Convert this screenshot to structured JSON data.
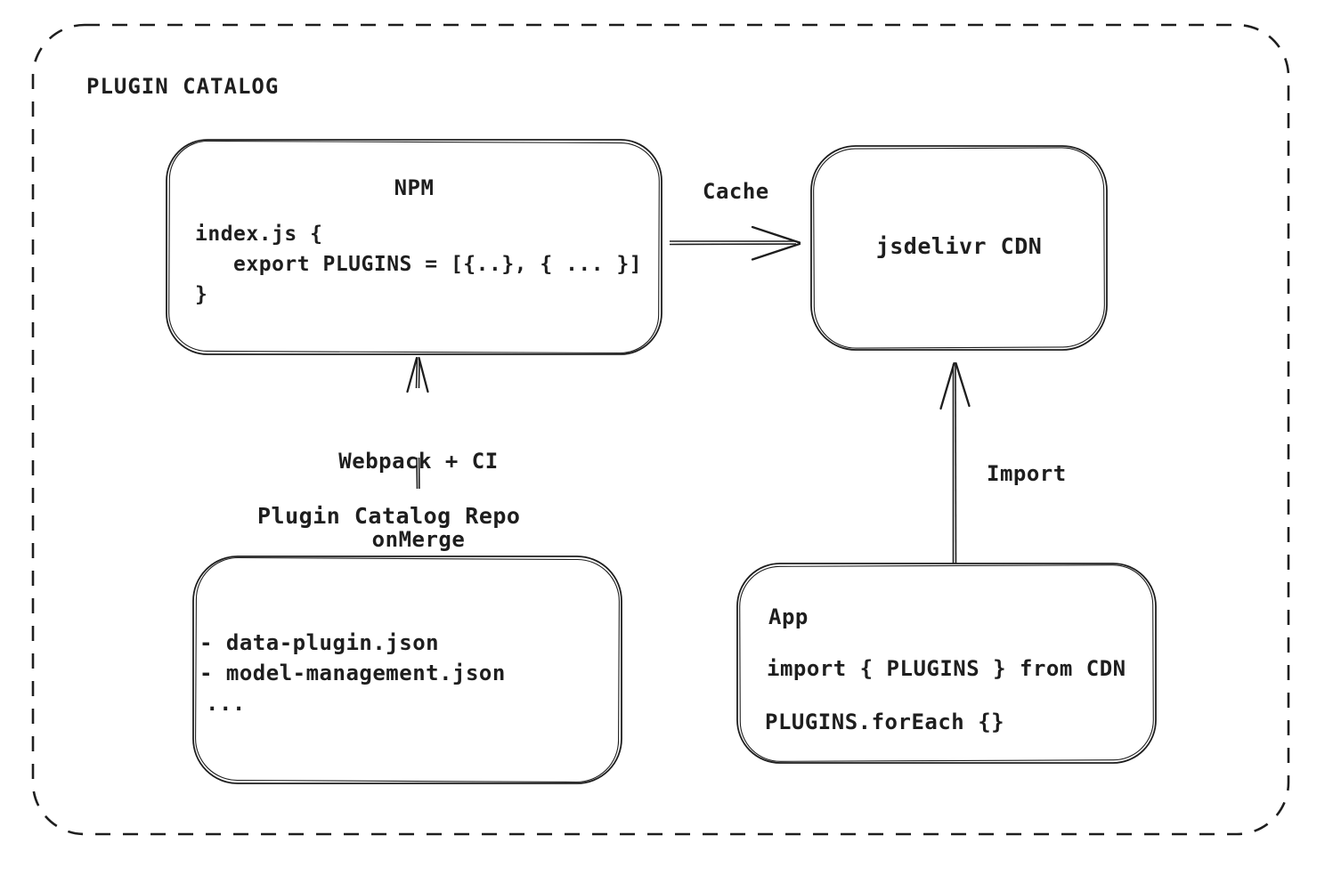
{
  "diagram": {
    "title": "PLUGIN CATALOG",
    "colors": {
      "stroke": "#1e1e1e",
      "background": "#ffffff"
    },
    "nodes": {
      "npm": {
        "title": "NPM",
        "code_lines": [
          "index.js {",
          "   export PLUGINS = [{..}, { ... }]",
          "}"
        ]
      },
      "cdn": {
        "label": "jsdelivr CDN"
      },
      "repo": {
        "label": "Plugin Catalog Repo",
        "files": [
          "- data-plugin.json",
          "- model-management.json",
          "..."
        ]
      },
      "app": {
        "title": "App",
        "code_lines": [
          "import { PLUGINS } from CDN",
          "PLUGINS.forEach {}"
        ]
      }
    },
    "edges": {
      "cache": {
        "label": "Cache",
        "from": "NPM",
        "to": "jsdelivr CDN"
      },
      "build": {
        "label_lines": [
          "Webpack + CI",
          "onMerge"
        ],
        "from": "Plugin Catalog Repo",
        "to": "NPM"
      },
      "import": {
        "label": "Import",
        "from": "App",
        "to": "jsdelivr CDN"
      }
    }
  }
}
